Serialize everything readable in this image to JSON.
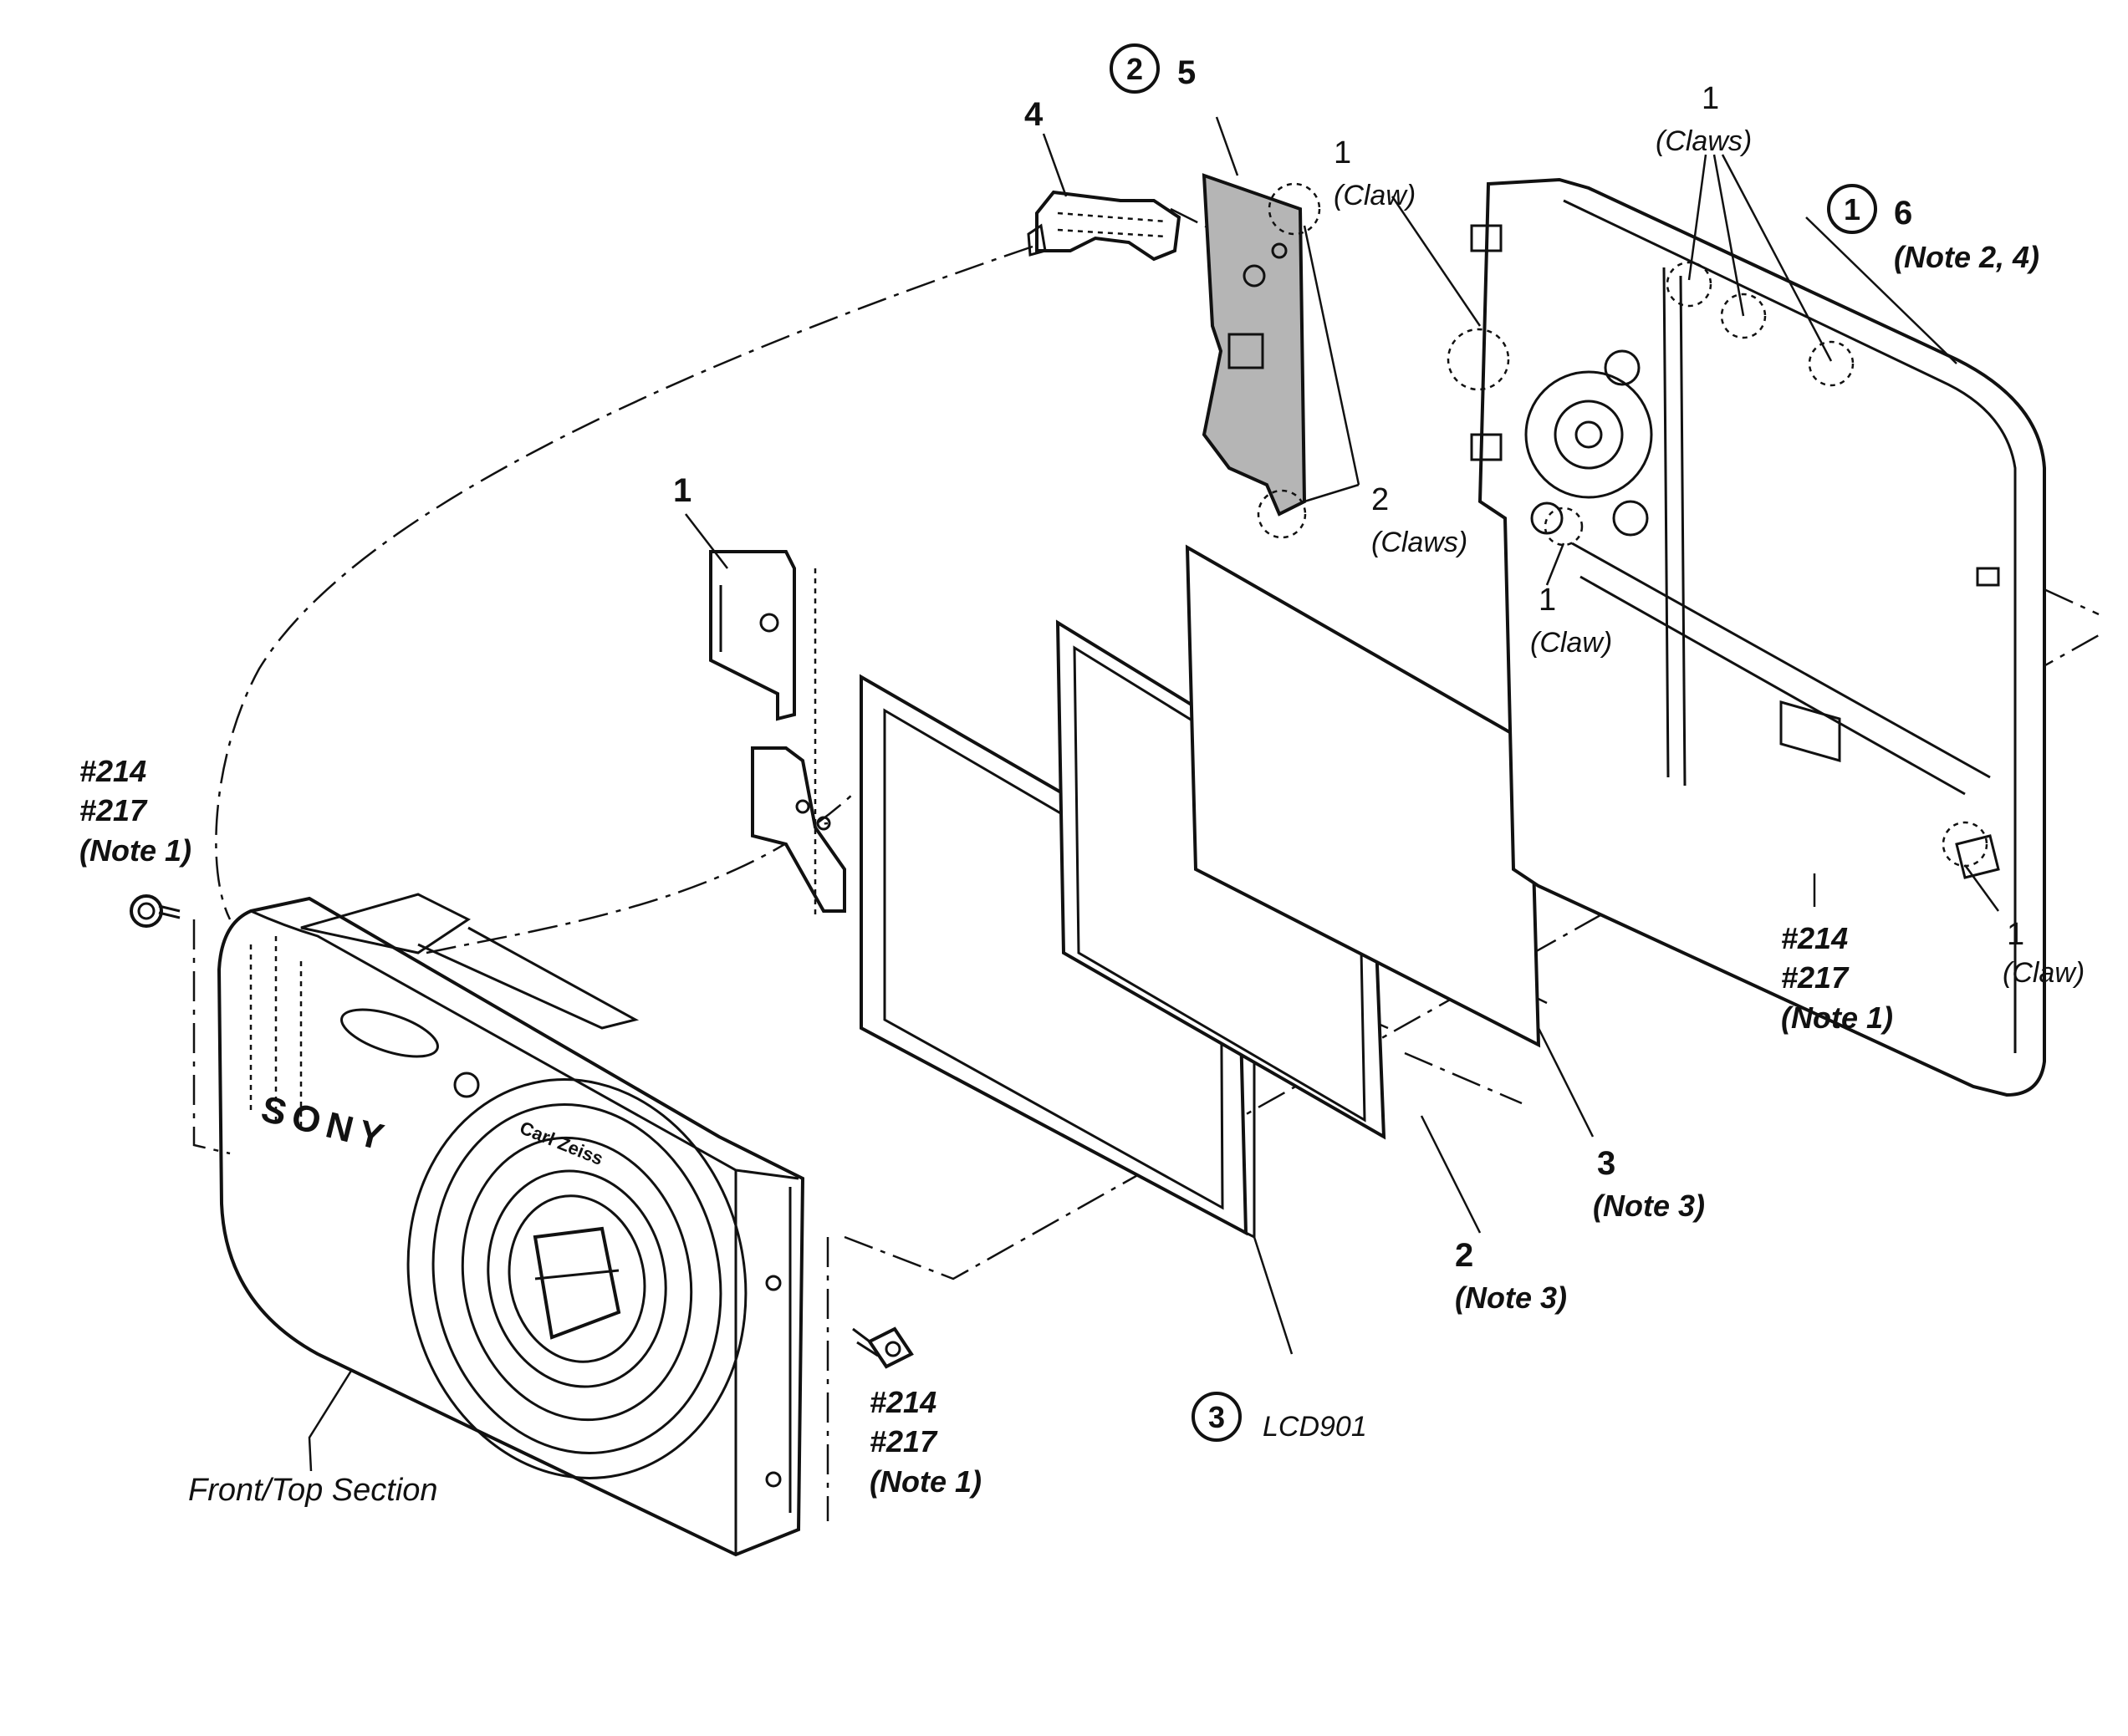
{
  "labels": {
    "front_top_section": "Front/Top Section",
    "brand_text": "SONY",
    "lens_text": "Carl Zeiss",
    "part_1": "1",
    "part_2": "2",
    "part_3": "3",
    "part_4": "4",
    "part_5": "5",
    "part_6": "6",
    "circled_1": "1",
    "circled_2": "2",
    "circled_3": "3",
    "lcd": "LCD901",
    "note_1": "(Note 1)",
    "note_3": "(Note 3)",
    "note_2_4": "(Note 2, 4)",
    "screw_a": "#214",
    "screw_b": "#217",
    "claw": "(Claw)",
    "claws": "(Claws)",
    "claw_count_1": "1",
    "claw_count_2": "2"
  }
}
